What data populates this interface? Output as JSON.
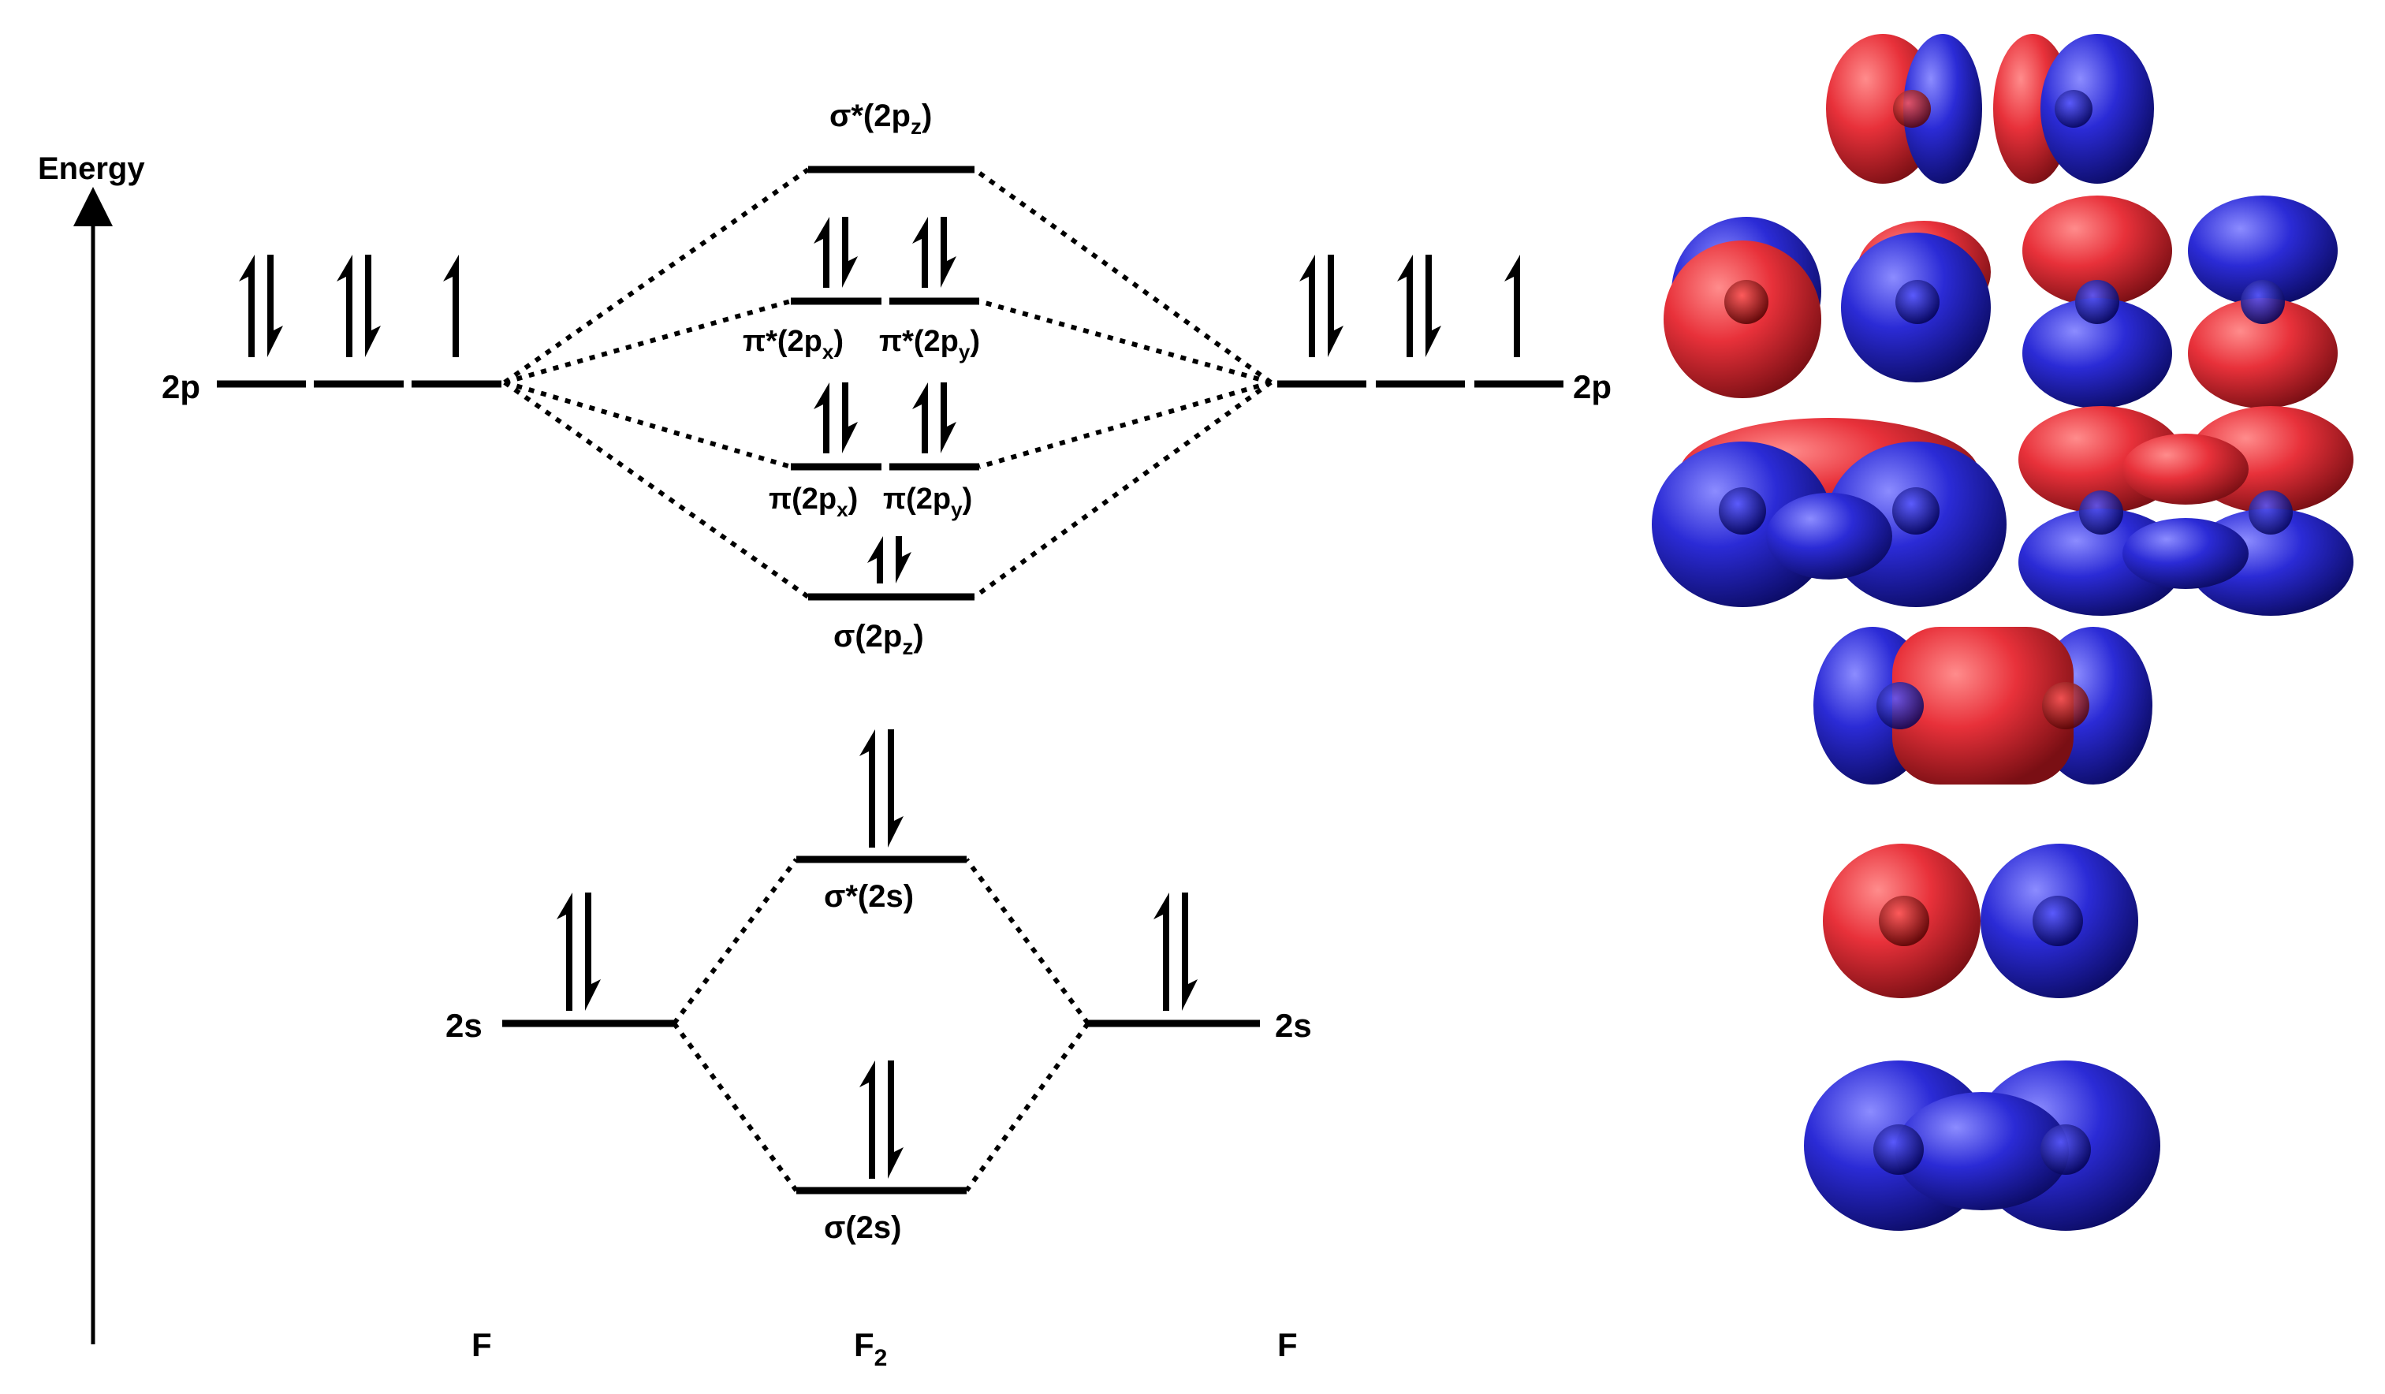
{
  "energy_axis": {
    "label": "Energy"
  },
  "atom_labels": {
    "left": "F",
    "molecule": "F",
    "molecule_sub": "2",
    "right": "F"
  },
  "atomic_levels": {
    "left_2p": "2p",
    "right_2p": "2p",
    "left_2s": "2s",
    "right_2s": "2s"
  },
  "mo_labels": {
    "sigma_star_2pz": {
      "main": "σ*(2p",
      "sub": "z",
      "close": ")"
    },
    "pi_star_2px": {
      "main": "π*(2p",
      "sub": "x",
      "close": ")"
    },
    "pi_star_2py": {
      "main": "π*(2p",
      "sub": "y",
      "close": ")"
    },
    "pi_2px": {
      "main": "π(2p",
      "sub": "x",
      "close": ")"
    },
    "pi_2py": {
      "main": "π(2p",
      "sub": "y",
      "close": ")"
    },
    "sigma_2pz": {
      "main": "σ(2p",
      "sub": "z",
      "close": ")"
    },
    "sigma_star_2s": "σ*(2s)",
    "sigma_2s": "σ(2s)"
  },
  "electron_occupancy": {
    "left_2p": [
      2,
      2,
      1
    ],
    "right_2p": [
      2,
      2,
      1
    ],
    "left_2s": 2,
    "right_2s": 2,
    "sigma_2s": 2,
    "sigma_star_2s": 2,
    "sigma_2pz": 2,
    "pi_2p": [
      2,
      2
    ],
    "pi_star_2p": [
      2,
      2
    ],
    "sigma_star_2pz": 0
  },
  "colors": {
    "phase_positive": "#e8313a",
    "phase_negative": "#2b2bd6",
    "line": "#000000"
  },
  "orbital_renderings": [
    "sigma-star-2pz-isosurface",
    "pi-star-2px-isosurface",
    "pi-star-2py-isosurface",
    "pi-2px-isosurface",
    "pi-2py-isosurface",
    "sigma-2pz-isosurface",
    "sigma-star-2s-isosurface",
    "sigma-2s-isosurface"
  ]
}
